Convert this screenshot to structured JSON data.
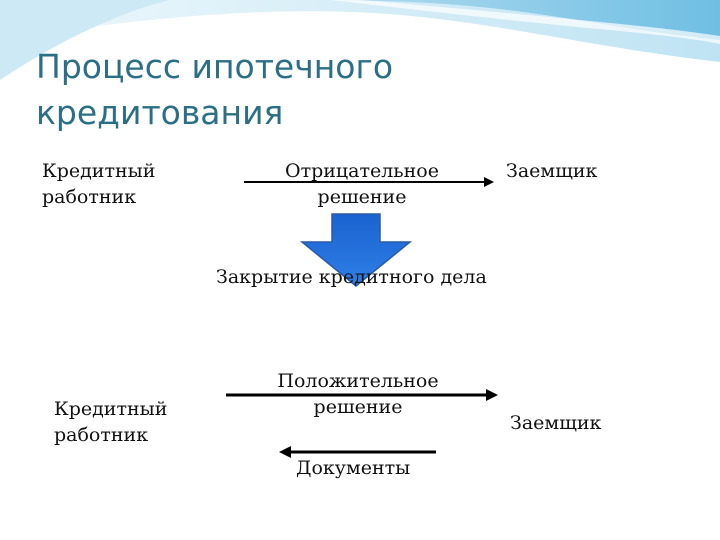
{
  "title_line1": "Процесс ипотечного",
  "title_line2": "кредитования",
  "top": {
    "officer": {
      "line1": "Кредитный",
      "line2": "работник"
    },
    "decision": {
      "line1": "Отрицательное",
      "line2": "решение"
    },
    "borrower": "Заемщик"
  },
  "closing": "Закрытие кредитного дела",
  "bottom": {
    "officer": {
      "line1": "Кредитный",
      "line2": "работник"
    },
    "decision": {
      "line1": "Положительное",
      "line2": "решение"
    },
    "documents": "Документы",
    "borrower": "Заемщик"
  },
  "colors": {
    "title": "#2b6f86",
    "arrow_fill": "#1f6bd6",
    "arrow_stroke": "#2a5aa8",
    "wave": "#7fc6e6"
  }
}
